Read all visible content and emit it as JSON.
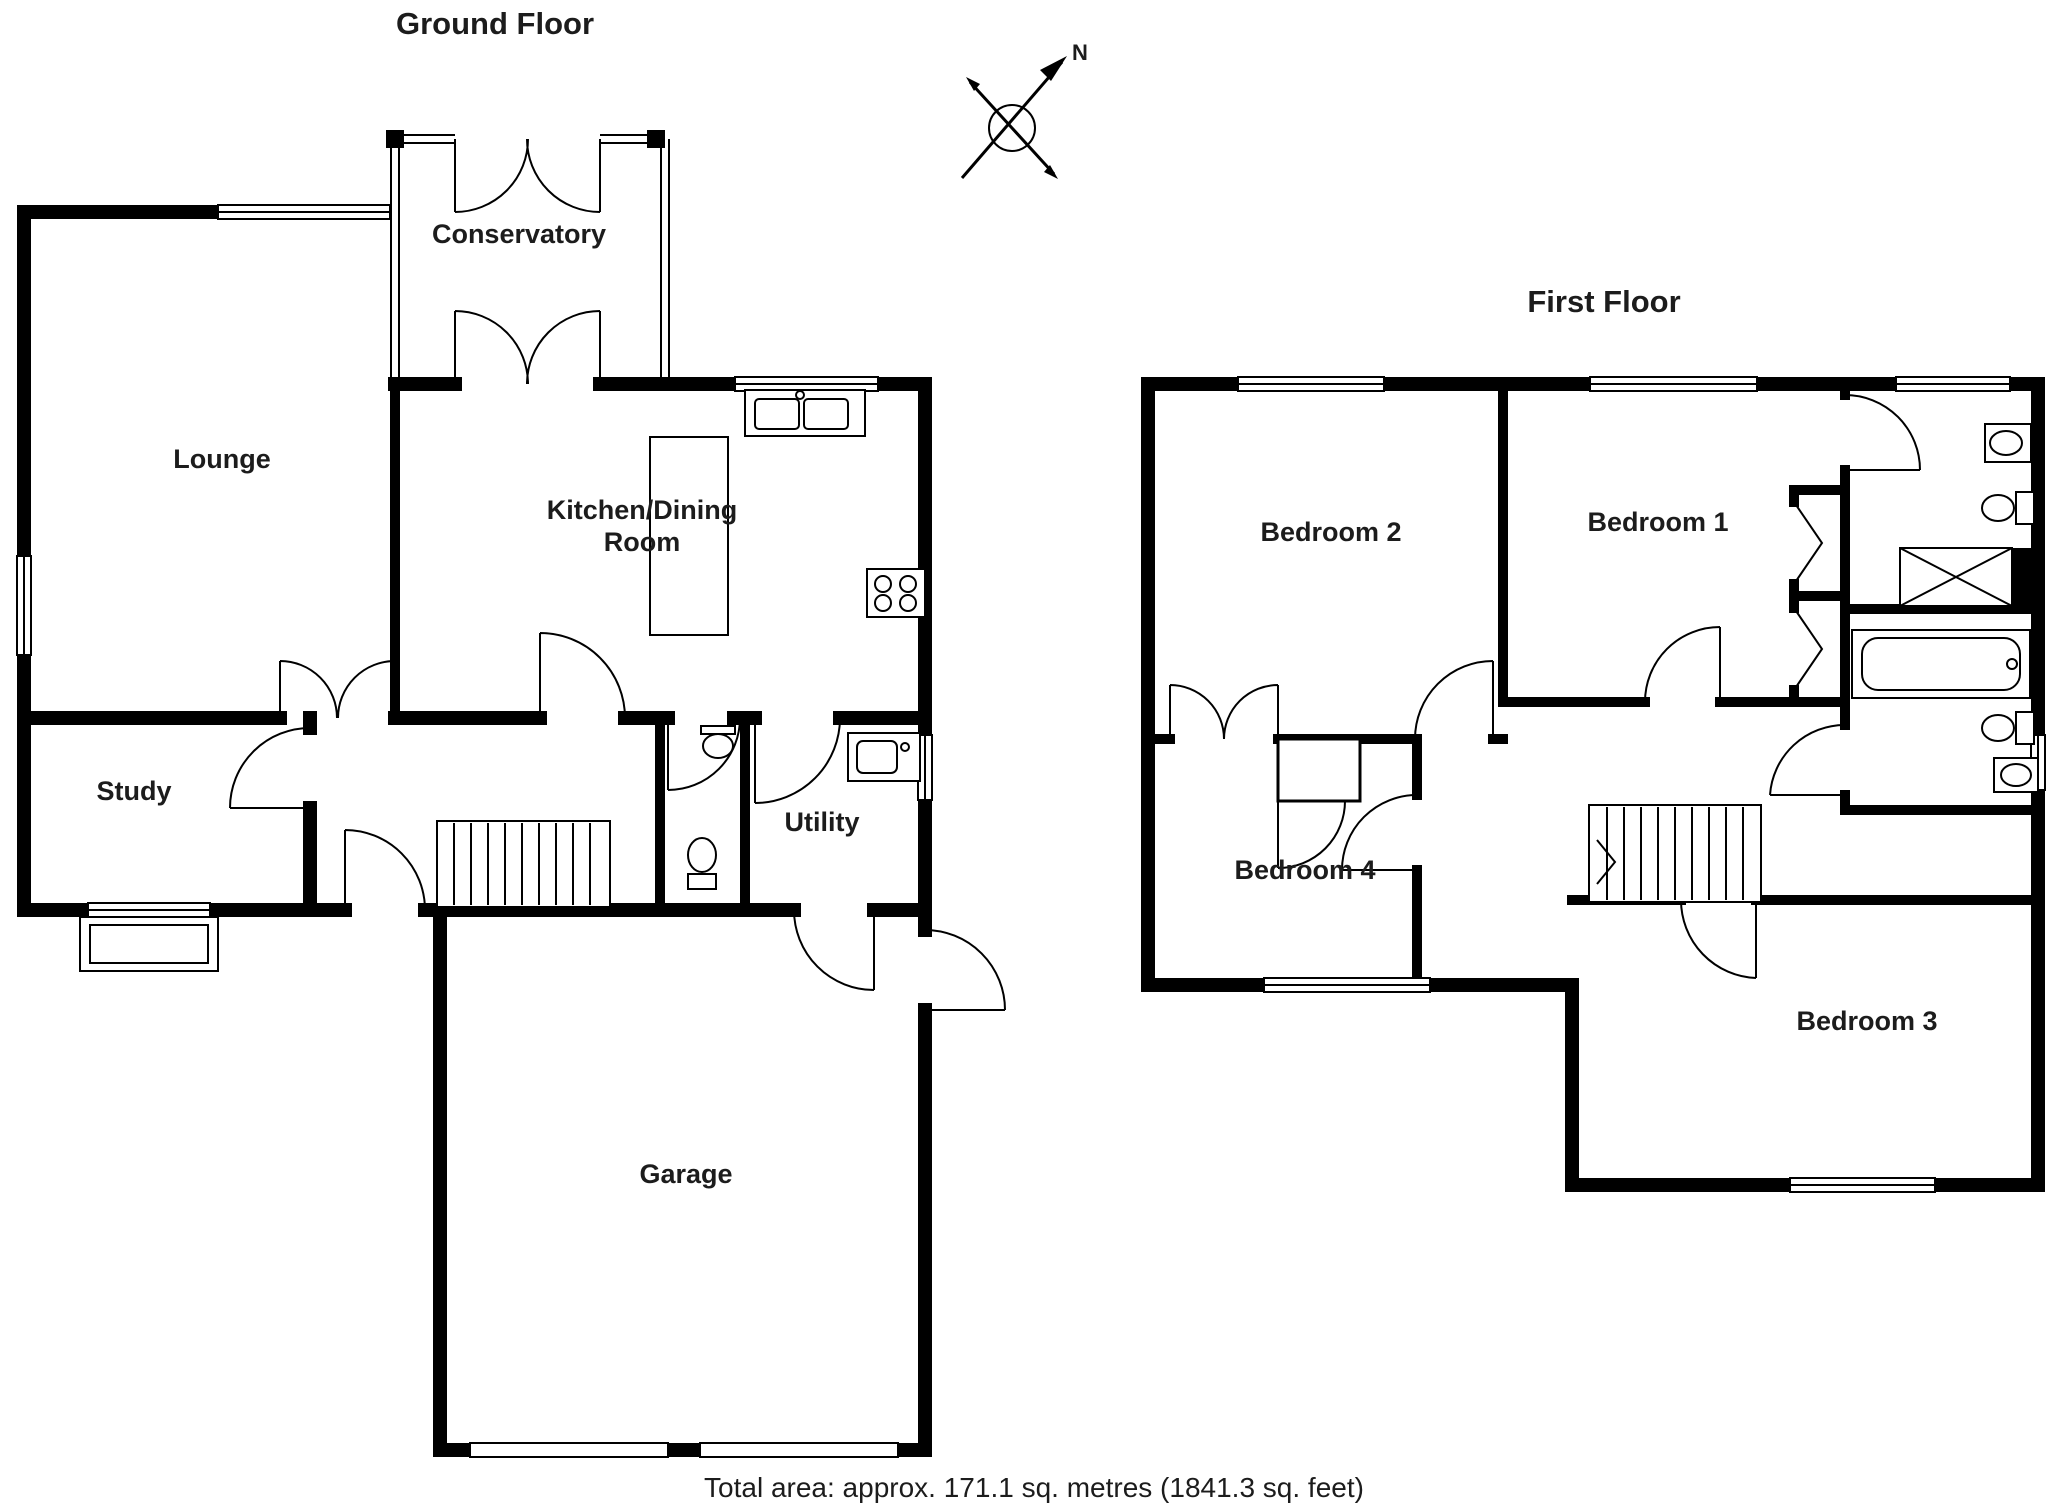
{
  "page": {
    "footer_text": "Total area: approx. 171.1 sq. metres (1841.3 sq. feet)"
  },
  "colors": {
    "wall": "#000000",
    "background": "#ffffff",
    "text": "#1c1c1c"
  },
  "compass": {
    "north_label": "N"
  },
  "ground_floor": {
    "title": "Ground Floor",
    "rooms": {
      "conservatory": "Conservatory",
      "lounge": "Lounge",
      "kitchen_line1": "Kitchen/Dining",
      "kitchen_line2": "Room",
      "study": "Study",
      "utility": "Utility",
      "garage": "Garage"
    }
  },
  "first_floor": {
    "title": "First Floor",
    "rooms": {
      "bedroom1": "Bedroom 1",
      "bedroom2": "Bedroom 2",
      "bedroom3": "Bedroom 3",
      "bedroom4": "Bedroom 4"
    }
  }
}
